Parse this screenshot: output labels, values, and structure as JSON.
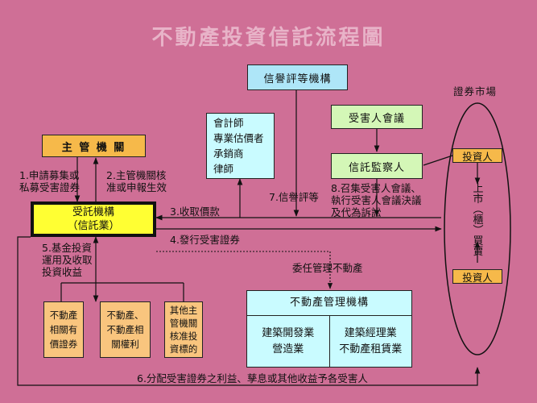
{
  "title": "不動產投資信託流程圖",
  "boxes": {
    "competent_authority": "主 管 機 關",
    "trustee_line1": "受託機構",
    "trustee_line2": "（信託業）",
    "credit_rating": "信譽評等機構",
    "professionals": [
      "會計師",
      "專業估價者",
      "承銷商",
      "律師"
    ],
    "beneficiary_meeting": "受害人會議",
    "trust_supervisor": "信託監察人",
    "securities_market_label": "證券市場",
    "investor_top": "投資人",
    "investor_bottom": "投資人",
    "market_vertical": [
      "上",
      "市",
      "︵",
      "櫃",
      "︶",
      "買",
      "賣"
    ],
    "small_boxes": [
      [
        "不動產",
        "相關有",
        "價證券"
      ],
      [
        "不動產、",
        "不動產相",
        "關權利"
      ],
      [
        "其他主",
        "管機關",
        "核准投",
        "資標的"
      ]
    ],
    "re_mgmt_title": "不動產管理機構",
    "re_mgmt_left": [
      "建築開發業",
      "營造業"
    ],
    "re_mgmt_right": [
      "建築經理業",
      "不動產租賃業"
    ]
  },
  "labels": {
    "l1": [
      "1.申請募集或",
      "私募受害證券"
    ],
    "l2": [
      "2.主管機關核",
      "准或申報生效"
    ],
    "l3": "3.收取價款",
    "l4": "4.發行受害證券",
    "l5": [
      "5.基金投資",
      "運用及收取",
      "投資收益"
    ],
    "l6": "6.分配受害證券之利益、孳息或其他收益予各受害人",
    "l7": "7.信譽評等",
    "l8": [
      "8.召集受害人會議、",
      "執行受害人會議決議",
      "及代為訴訟"
    ],
    "delegate": "委任管理不動產"
  },
  "colors": {
    "background": "#cf6f96",
    "title": "#e8b3c8",
    "orange": "#f6b94a",
    "yellow": "#ffff33",
    "light_blue": "#aee6f8",
    "cyan": "#c9fbff",
    "light_green": "#d4f7b7",
    "orange_small": "#f9c57e"
  }
}
